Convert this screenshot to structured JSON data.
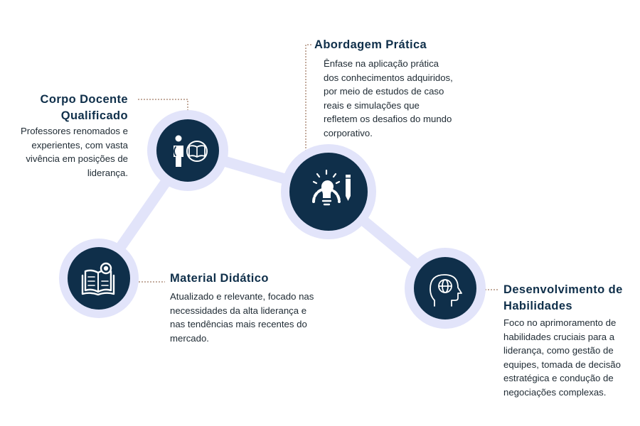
{
  "colors": {
    "node_fill": "#0f2f4a",
    "node_ring": "#e2e4fa",
    "connector": "#e2e4fa",
    "leader": "#8a5a3c",
    "title": "#0f2f4a",
    "text": "#1e2a33"
  },
  "items": [
    {
      "title_lines": [
        "Corpo Docente",
        "Qualificado"
      ],
      "description_lines": [
        "Professores renomados e",
        "experientes, com vasta",
        "vivência em posições de",
        "liderança."
      ],
      "icon": "professor-book-icon"
    },
    {
      "title_lines": [
        "Abordagem Prática"
      ],
      "description_lines": [
        "Ênfase na aplicação prática",
        "dos conhecimentos adquiridos,",
        "por meio de estudos de caso",
        "reais e simulações que",
        "refletem os desafios do mundo",
        "corporativo."
      ],
      "icon": "lightbulb-gear-pencil-icon"
    },
    {
      "title_lines": [
        "Material Didático"
      ],
      "description_lines": [
        "Atualizado e relevante, focado nas",
        "necessidades da alta liderança e",
        "nas tendências mais recentes do",
        "mercado."
      ],
      "icon": "open-book-target-icon"
    },
    {
      "title_lines": [
        "Desenvolvimento de",
        "Habilidades"
      ],
      "description_lines": [
        "Foco no aprimoramento de",
        "habilidades cruciais para a",
        "liderança, como gestão de",
        "equipes, tomada de decisão",
        "estratégica e condução de",
        "negociações complexas."
      ],
      "icon": "head-globe-icon"
    }
  ]
}
